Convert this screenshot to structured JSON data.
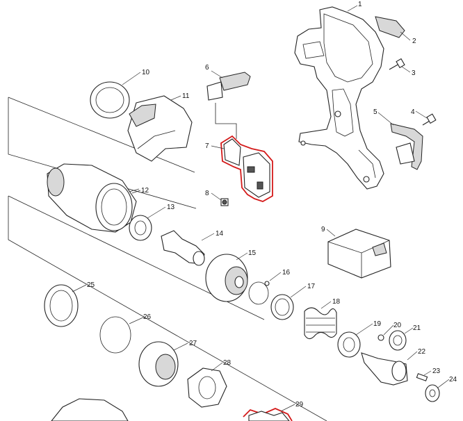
{
  "highlight_color": "#d41a1a",
  "callouts": [
    {
      "id": "1",
      "label": "1"
    },
    {
      "id": "2",
      "label": "2"
    },
    {
      "id": "3",
      "label": "3"
    },
    {
      "id": "4",
      "label": "4"
    },
    {
      "id": "5",
      "label": "5"
    },
    {
      "id": "6",
      "label": "6"
    },
    {
      "id": "7",
      "label": "7"
    },
    {
      "id": "8",
      "label": "8"
    },
    {
      "id": "9",
      "label": "9"
    },
    {
      "id": "10",
      "label": "10"
    },
    {
      "id": "11",
      "label": "11"
    },
    {
      "id": "12",
      "label": "12"
    },
    {
      "id": "13",
      "label": "13"
    },
    {
      "id": "14",
      "label": "14"
    },
    {
      "id": "15",
      "label": "15"
    },
    {
      "id": "16",
      "label": "16"
    },
    {
      "id": "17",
      "label": "17"
    },
    {
      "id": "18",
      "label": "18"
    },
    {
      "id": "19",
      "label": "19"
    },
    {
      "id": "20",
      "label": "20"
    },
    {
      "id": "21",
      "label": "21"
    },
    {
      "id": "22",
      "label": "22"
    },
    {
      "id": "23",
      "label": "23"
    },
    {
      "id": "24",
      "label": "24"
    },
    {
      "id": "25",
      "label": "25"
    },
    {
      "id": "26",
      "label": "26"
    },
    {
      "id": "27",
      "label": "27"
    },
    {
      "id": "28",
      "label": "28"
    },
    {
      "id": "29",
      "label": "29"
    }
  ]
}
